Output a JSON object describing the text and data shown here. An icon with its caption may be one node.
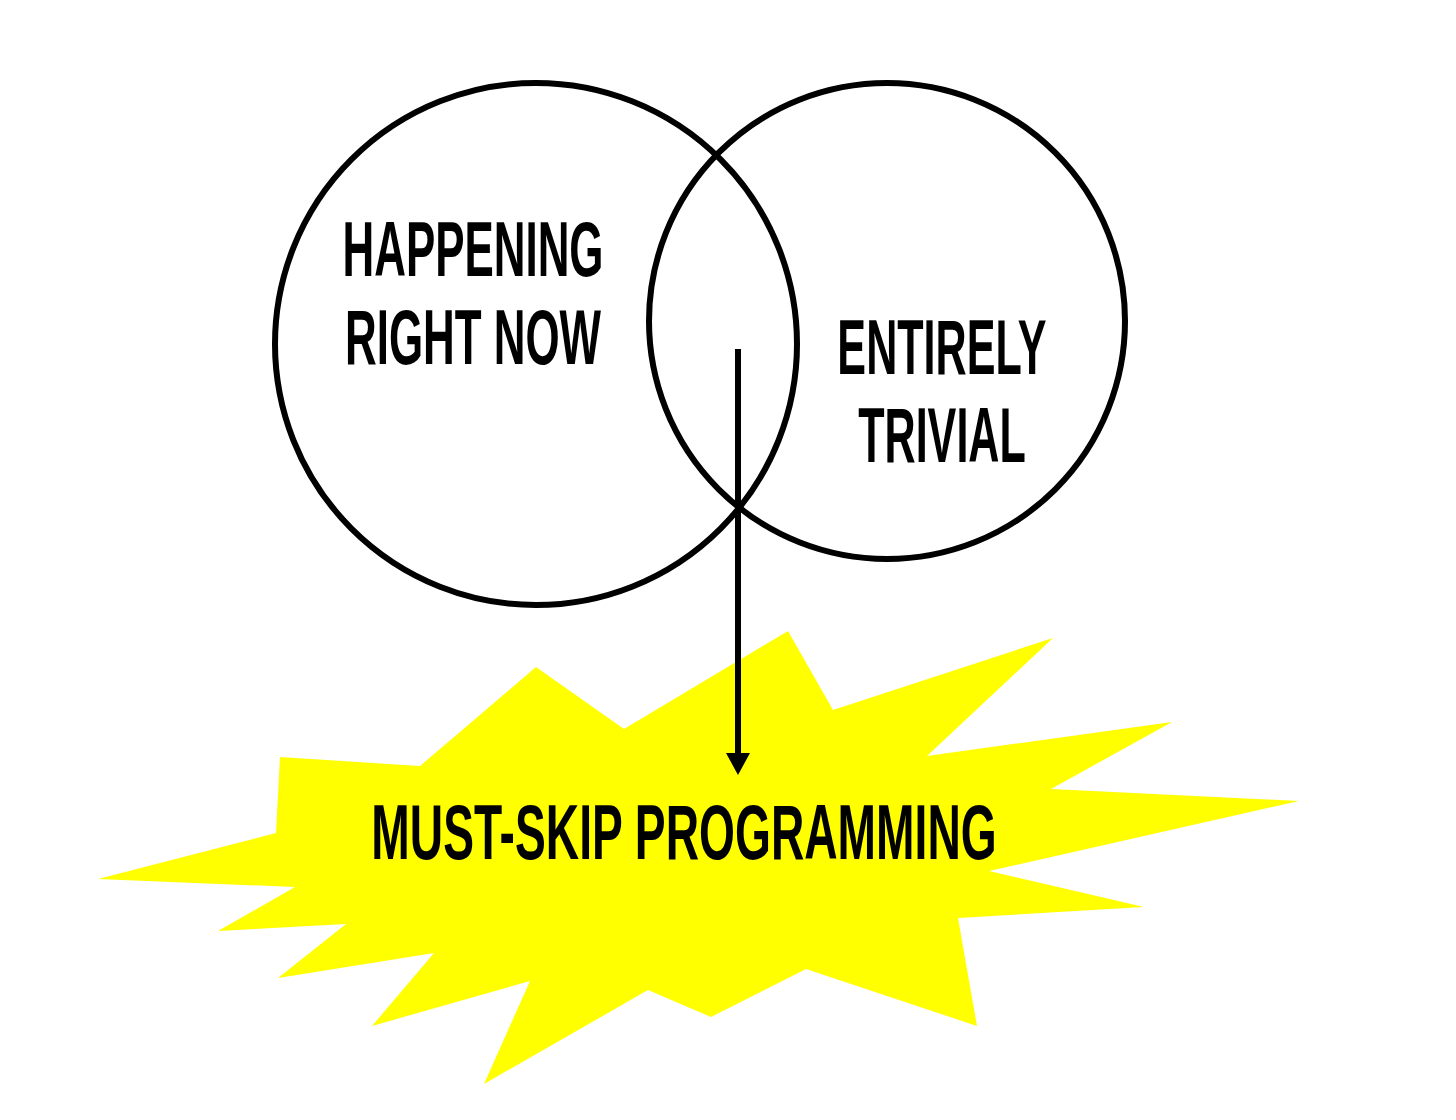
{
  "diagram": {
    "nodes": [
      {
        "text": [
          "HAPPENING RIGHT NOW"
        ]
      },
      {
        "text": [
          "ENTIRELY TRIVIAL"
        ]
      },
      {
        "text": [
          "MUST-SKIP PROGRAMMING"
        ]
      }
    ],
    "edges": [
      {
        "from": 0,
        "to": 2,
        "arrow": "to"
      },
      {
        "from": 1,
        "to": 2,
        "arrow": "to"
      }
    ]
  }
}
